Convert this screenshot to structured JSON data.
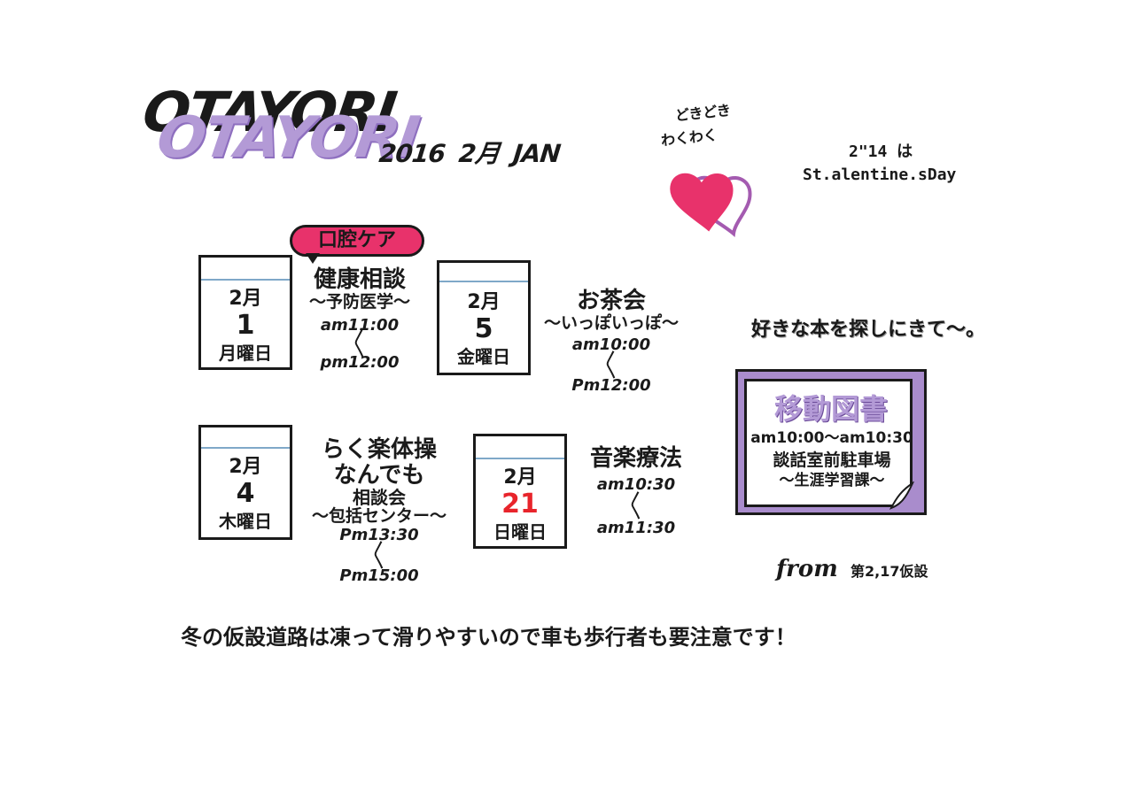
{
  "header": {
    "title": "OTAYORI",
    "year": "2016",
    "month": "2月",
    "month_en": "JAN"
  },
  "valentine": {
    "label1": "どきどき",
    "label2": "わくわく",
    "date": "2\"14 は",
    "name": "St.alentine.sDay",
    "heart_colors": [
      "#e8326b",
      "#a45bb0"
    ]
  },
  "events": [
    {
      "month": "2月",
      "day": "1",
      "weekday": "月曜日",
      "badge": "口腔ケア",
      "title": "健康相談",
      "sub": "～予防医学～",
      "start": "am11:00",
      "sep": "〱",
      "end": "pm12:00"
    },
    {
      "month": "2月",
      "day": "5",
      "weekday": "金曜日",
      "title": "お茶会",
      "sub": "～いっぽいっぽ～",
      "start": "am10:00",
      "sep": "〱",
      "end": "Pm12:00"
    },
    {
      "month": "2月",
      "day": "4",
      "weekday": "木曜日",
      "title": "らく楽体操",
      "title2": "なんでも",
      "title3": "相談会",
      "sub": "～包括センター～",
      "start": "Pm13:30",
      "sep": "〱",
      "end": "Pm15:00"
    },
    {
      "month": "2月",
      "day": "21",
      "weekday": "日曜日",
      "title": "音楽療法",
      "start": "am10:30",
      "sep": "〱",
      "end": "am11:30"
    }
  ],
  "library": {
    "note": "好きな本を探しにきて～。",
    "title": "移動図書",
    "time": "am10:00～am10:30",
    "place": "談話室前駐車場",
    "dept": "～生涯学習課～"
  },
  "from": {
    "label": "from",
    "org": "第2,17仮設"
  },
  "warning": "冬の仮設道路は凍って滑りやすいので車も歩行者も要注意です！",
  "colors": {
    "accent_purple": "#b39ad6",
    "accent_pink": "#e8326b",
    "day_red": "#e8242b",
    "calendar_rule": "#7fa8c8"
  }
}
